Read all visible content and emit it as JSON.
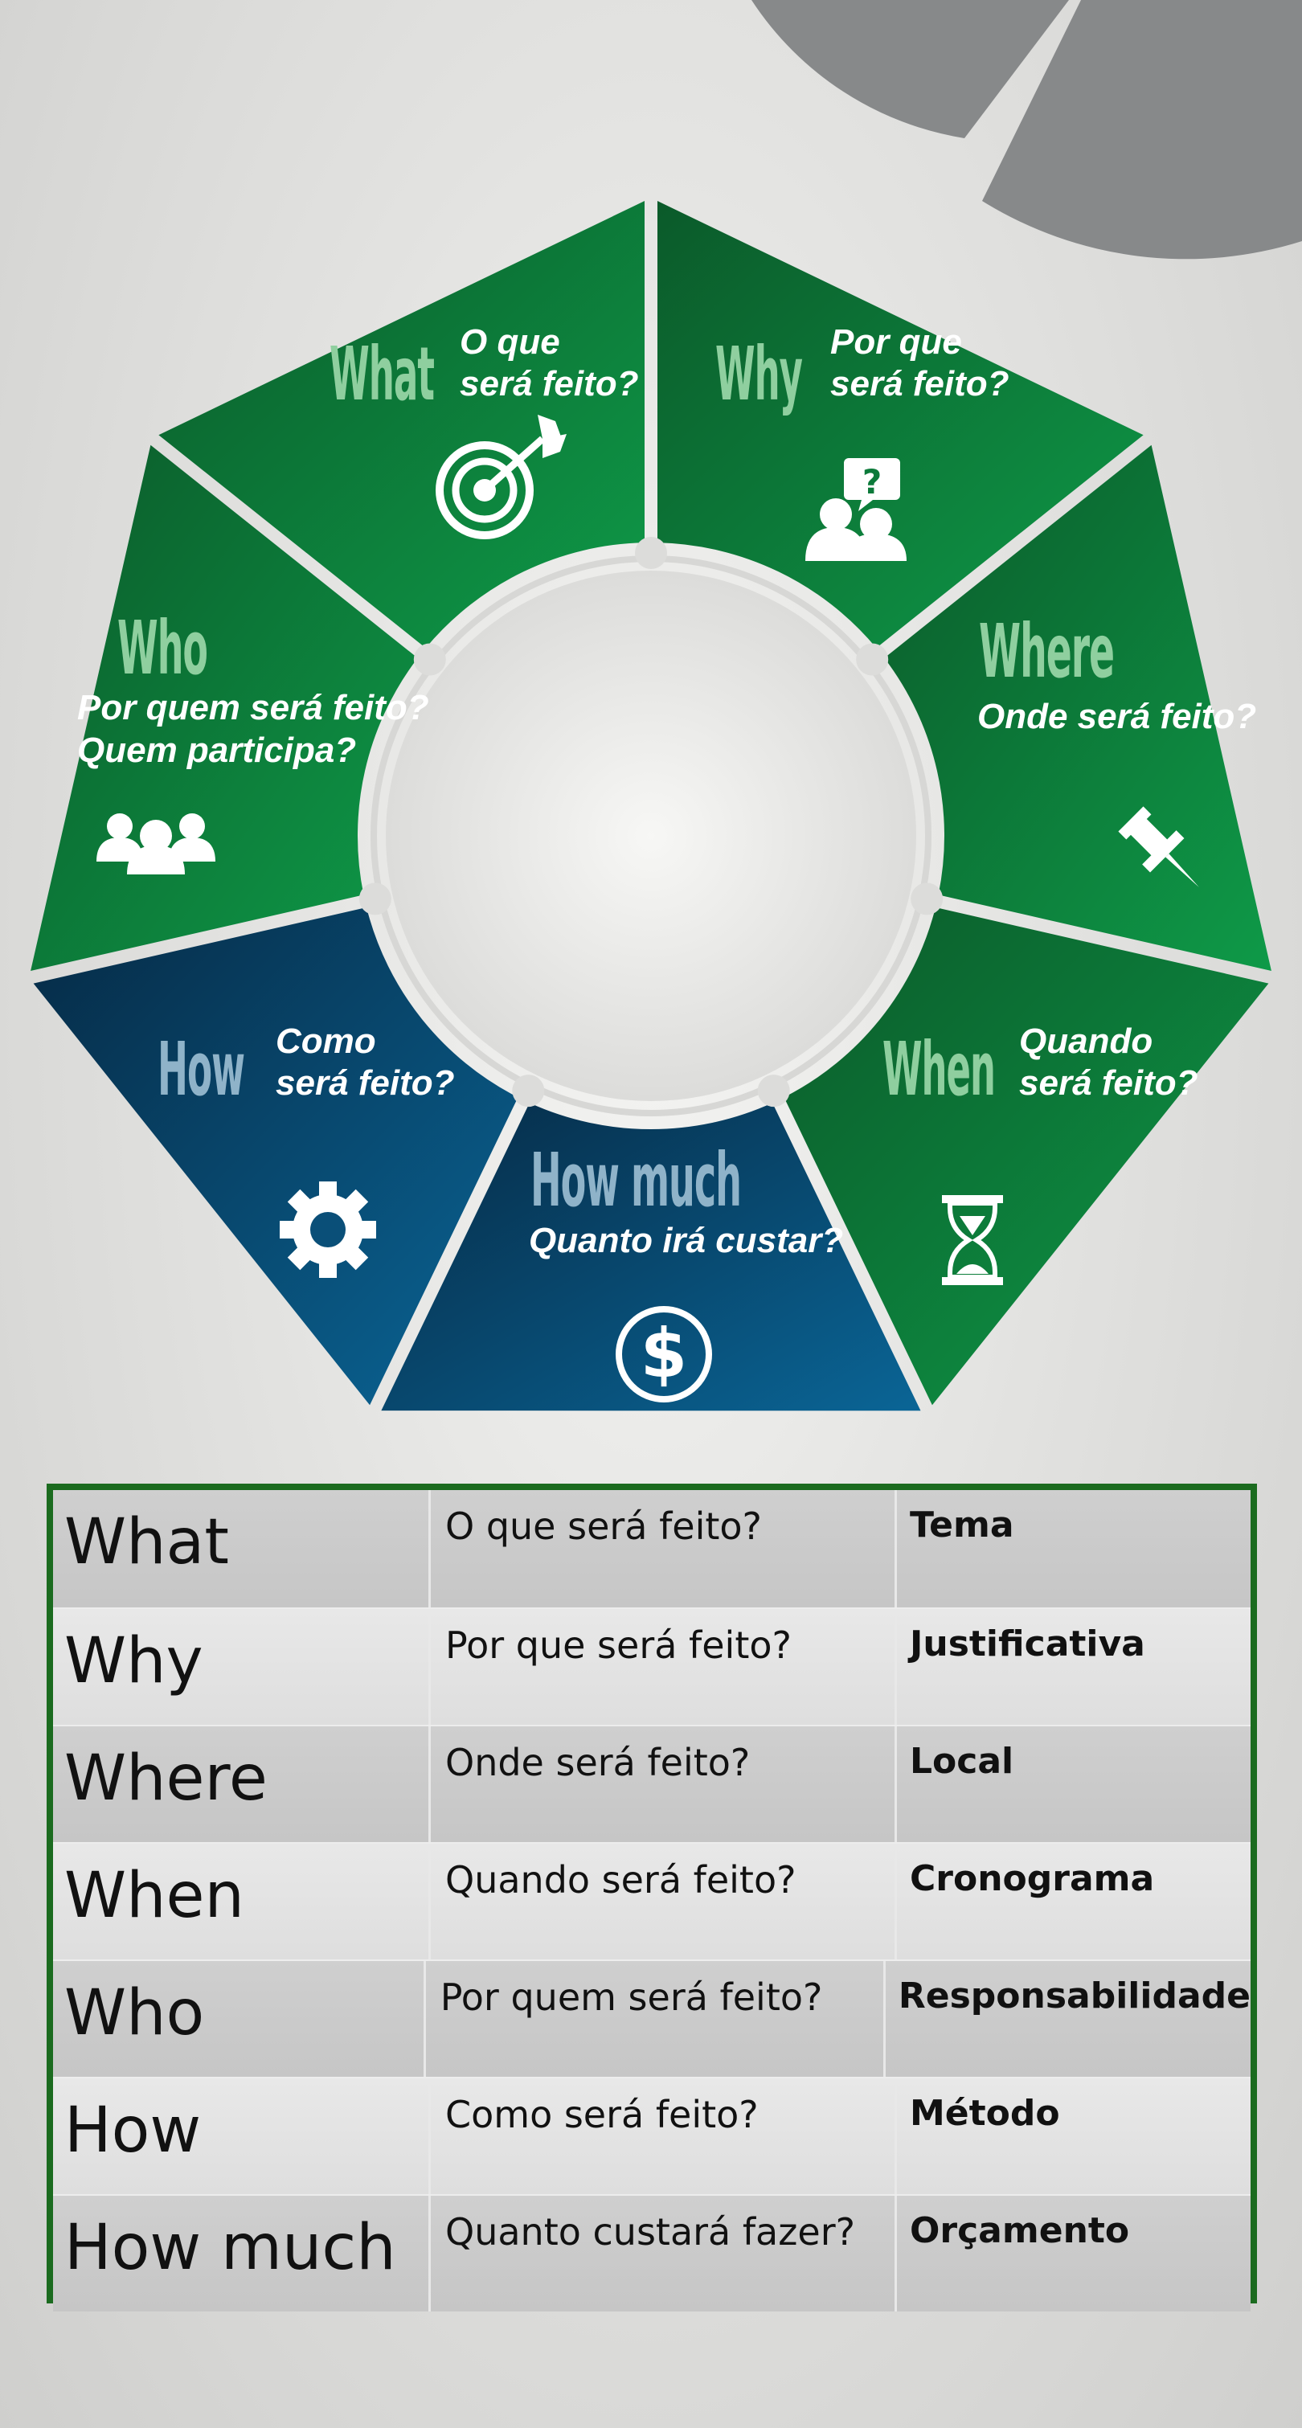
{
  "wheel": {
    "segments": [
      {
        "id": "what",
        "keyword": "What",
        "question_line1": "O que",
        "question_line2": "será feito?",
        "icon": "target-icon",
        "color": "green"
      },
      {
        "id": "why",
        "keyword": "Why",
        "question_line1": "Por que",
        "question_line2": "será feito?",
        "icon": "people-question-icon",
        "color": "green"
      },
      {
        "id": "where",
        "keyword": "Where",
        "question_line1": "Onde será feito?",
        "question_line2": "",
        "icon": "pushpin-icon",
        "color": "green"
      },
      {
        "id": "when",
        "keyword": "When",
        "question_line1": "Quando",
        "question_line2": "será feito?",
        "icon": "hourglass-icon",
        "color": "green"
      },
      {
        "id": "howmuch",
        "keyword": "How much",
        "question_line1": "Quanto irá custar?",
        "question_line2": "",
        "icon": "dollar-coin-icon",
        "color": "blue"
      },
      {
        "id": "how",
        "keyword": "How",
        "question_line1": "Como",
        "question_line2": "será feito?",
        "icon": "gear-icon",
        "color": "blue"
      },
      {
        "id": "who",
        "keyword": "Who",
        "question_line1": "Por quem será feito?",
        "question_line2": "Quem participa?",
        "icon": "group-icon",
        "color": "green"
      }
    ]
  },
  "table": {
    "rows": [
      {
        "term": "What",
        "question": "O que será feito?",
        "meaning": "Tema"
      },
      {
        "term": "Why",
        "question": "Por que será feito?",
        "meaning": "Justificativa"
      },
      {
        "term": "Where",
        "question": "Onde será feito?",
        "meaning": "Local"
      },
      {
        "term": "When",
        "question": "Quando será feito?",
        "meaning": "Cronograma"
      },
      {
        "term": "Who",
        "question": "Por quem será feito?",
        "meaning": "Responsabilidade"
      },
      {
        "term": "How",
        "question": "Como será feito?",
        "meaning": "Método"
      },
      {
        "term": "How much",
        "question": "Quanto custará fazer?",
        "meaning": "Orçamento"
      }
    ]
  },
  "colors": {
    "green_dark": "#0b5a2a",
    "green_light": "#0e9a48",
    "blue_dark": "#062a45",
    "blue_light": "#0a6596",
    "table_border": "#1b6b1f",
    "deco_gray": "#87898a"
  }
}
